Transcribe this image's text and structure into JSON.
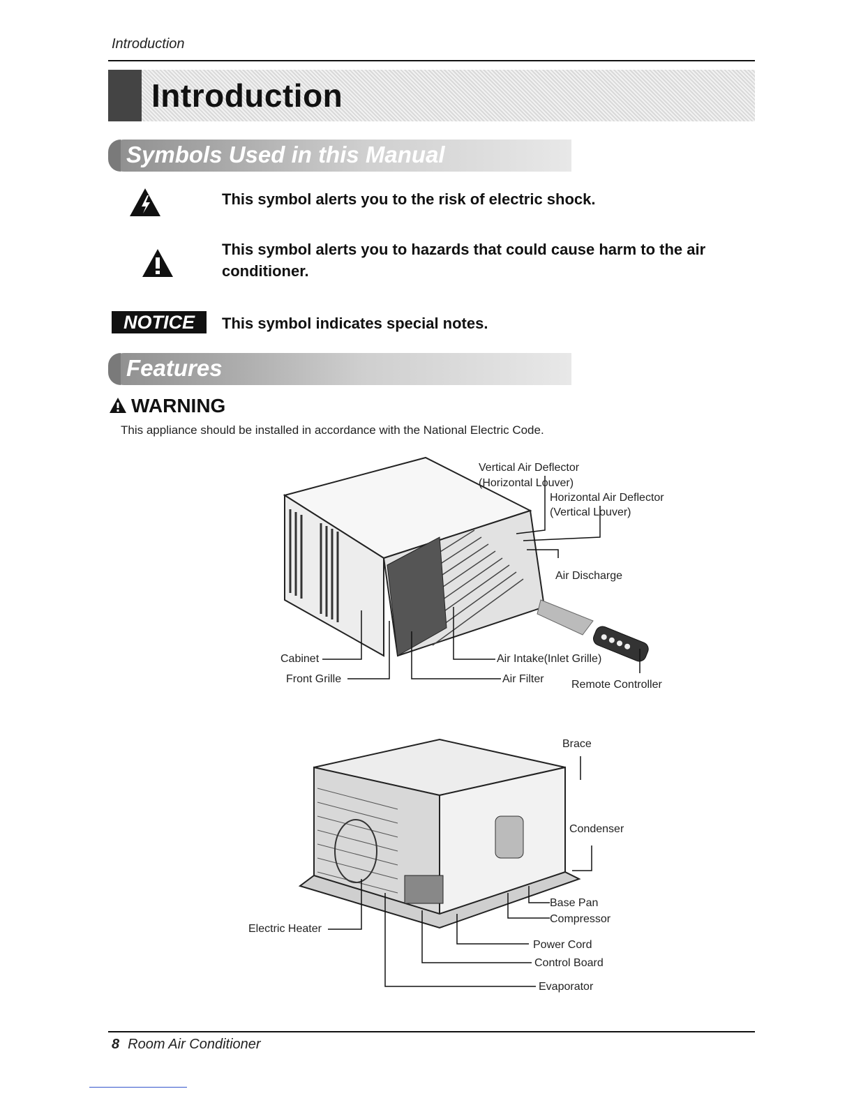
{
  "header": {
    "running_head": "Introduction"
  },
  "title": "Introduction",
  "symbols_section": {
    "heading": "Symbols Used in this Manual",
    "items": [
      {
        "icon": "electric-shock-warning-icon",
        "text": "This symbol alerts you to the risk of electric shock."
      },
      {
        "icon": "caution-exclamation-icon",
        "text": "This symbol alerts you to hazards that could cause harm to the air conditioner."
      },
      {
        "icon": "notice-badge",
        "badge": "NOTICE",
        "text": "This symbol indicates special notes."
      }
    ]
  },
  "features_section": {
    "heading": "Features",
    "warning_title": "WARNING",
    "warning_text": "This appliance should be installed in accordance with the National Electric Code."
  },
  "diagram_front": {
    "labels": {
      "vertical_air_deflector": "Vertical Air Deflector",
      "horizontal_louver": "(Horizontal Louver)",
      "horizontal_air_deflector": "Horizontal Air Deflector",
      "vertical_louver": "(Vertical Louver)",
      "air_discharge": "Air Discharge",
      "cabinet": "Cabinet",
      "front_grille": "Front Grille",
      "air_intake": "Air Intake(Inlet Grille)",
      "air_filter": "Air Filter",
      "remote_controller": "Remote Controller"
    }
  },
  "diagram_internal": {
    "labels": {
      "brace": "Brace",
      "condenser": "Condenser",
      "base_pan": "Base Pan",
      "compressor": "Compressor",
      "electric_heater": "Electric Heater",
      "power_cord": "Power Cord",
      "control_board": "Control Board",
      "evaporator": "Evaporator"
    }
  },
  "footer": {
    "page_number": "8",
    "title": "Room Air Conditioner"
  }
}
